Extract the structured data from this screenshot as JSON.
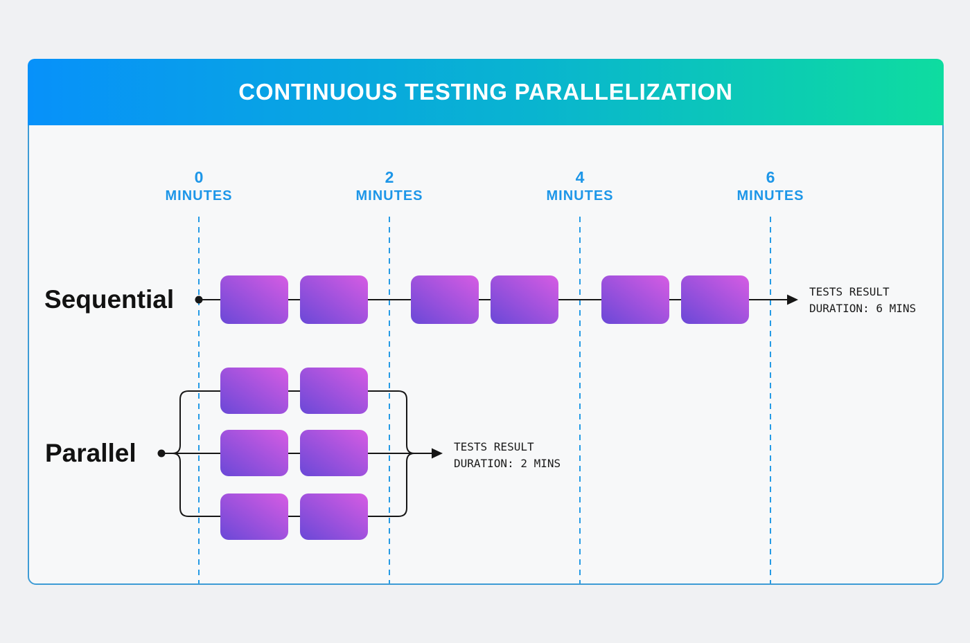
{
  "header": {
    "title": "CONTINUOUS TESTING PARALLELIZATION"
  },
  "timeline": {
    "markers": [
      {
        "value": "0",
        "unit": "MINUTES"
      },
      {
        "value": "2",
        "unit": "MINUTES"
      },
      {
        "value": "4",
        "unit": "MINUTES"
      },
      {
        "value": "6",
        "unit": "MINUTES"
      }
    ]
  },
  "sequential": {
    "label": "Sequential",
    "test_count": 6,
    "result": {
      "line1": "TESTS RESULT",
      "line2": "DURATION: 6 MINS"
    }
  },
  "parallel": {
    "label": "Parallel",
    "branch_count": 3,
    "tests_per_branch": 2,
    "result": {
      "line1": "TESTS RESULT",
      "line2": "DURATION: 2 MINS"
    }
  },
  "colors": {
    "header_gradient_start": "#0791FA",
    "header_gradient_end": "#0EDCA0",
    "box_gradient_start": "#6A48D7",
    "box_gradient_end": "#D65CE3",
    "timeline_blue": "#1D96E8",
    "frame_border": "#3D9BD5",
    "flow_line": "#161616",
    "frame_background": "#F7F8F9",
    "page_background": "#F0F1F3"
  }
}
